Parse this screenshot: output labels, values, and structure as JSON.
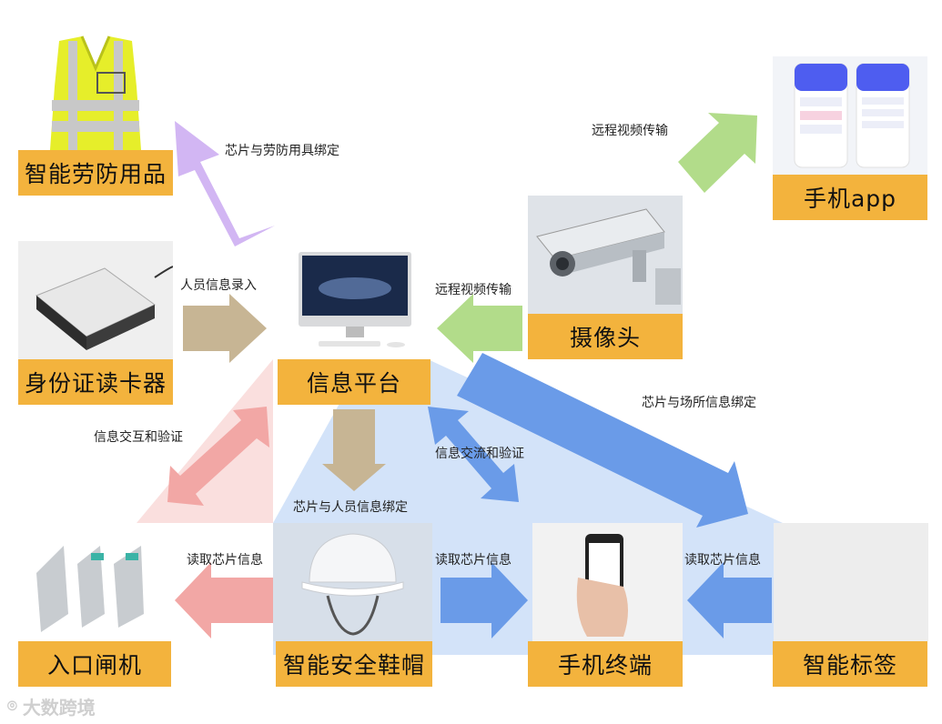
{
  "nodes": {
    "ppe": "智能劳防用品",
    "id_reader": "身份证读卡器",
    "platform": "信息平台",
    "camera": "摄像头",
    "mobile_app": "手机app",
    "gate": "入口闸机",
    "helmet": "智能安全鞋帽",
    "phone": "手机终端",
    "tag": "智能标签"
  },
  "edges": {
    "chip_ppe": "芯片与劳防用具绑定",
    "person_entry": "人员信息录入",
    "remote_video_app": "远程视频传输",
    "remote_video_platform": "远程视频传输",
    "chip_place": "芯片与场所信息绑定",
    "info_interact": "信息交互和验证",
    "info_exchange": "信息交流和验证",
    "chip_person": "芯片与人员信息绑定",
    "read_chip_gate": "读取芯片信息",
    "read_chip_phone": "读取芯片信息",
    "read_chip_tag": "读取芯片信息"
  },
  "watermark": "大数跨境",
  "colors": {
    "label_bg": "#f3b33d",
    "purple_arrow": "#d2b6f3",
    "tan_arrow": "#c7b594",
    "green_arrow": "#b2dc8a",
    "pink_arrow": "#f2a7a5",
    "blue_arrow": "#6a9be8"
  }
}
